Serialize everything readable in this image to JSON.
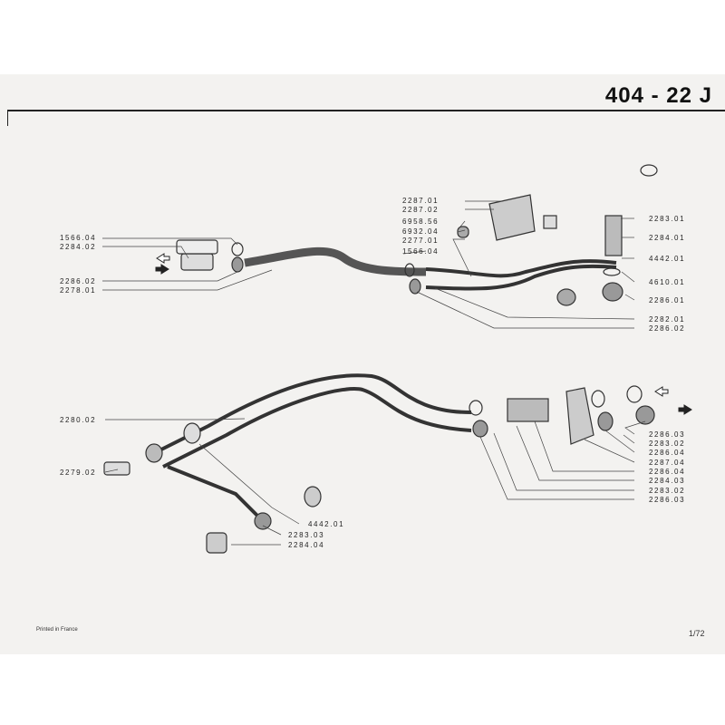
{
  "header": {
    "title": "404 - 22 J"
  },
  "upper_assembly": {
    "labels_left": [
      "1566.04",
      "2284.02",
      "2286.02",
      "2278.01"
    ],
    "labels_center": [
      "2287.01",
      "2287.02",
      "6958.56",
      "6932.04",
      "2277.01",
      "1566.04"
    ],
    "labels_right": [
      "2283.01",
      "2284.01",
      "4442.01",
      "4610.01",
      "2286.01",
      "2282.01",
      "2286.02"
    ]
  },
  "lower_assembly": {
    "labels_left": [
      "2280.02",
      "2279.02"
    ],
    "labels_bottom": [
      "4442.01",
      "2283.03",
      "2284.04"
    ],
    "labels_right": [
      "2286.03",
      "2283.02",
      "2286.04",
      "2287.04",
      "2286.04",
      "2284.03",
      "2283.02",
      "2286.03"
    ]
  },
  "footer": {
    "printed": "Printed in France",
    "page": "1/72"
  }
}
